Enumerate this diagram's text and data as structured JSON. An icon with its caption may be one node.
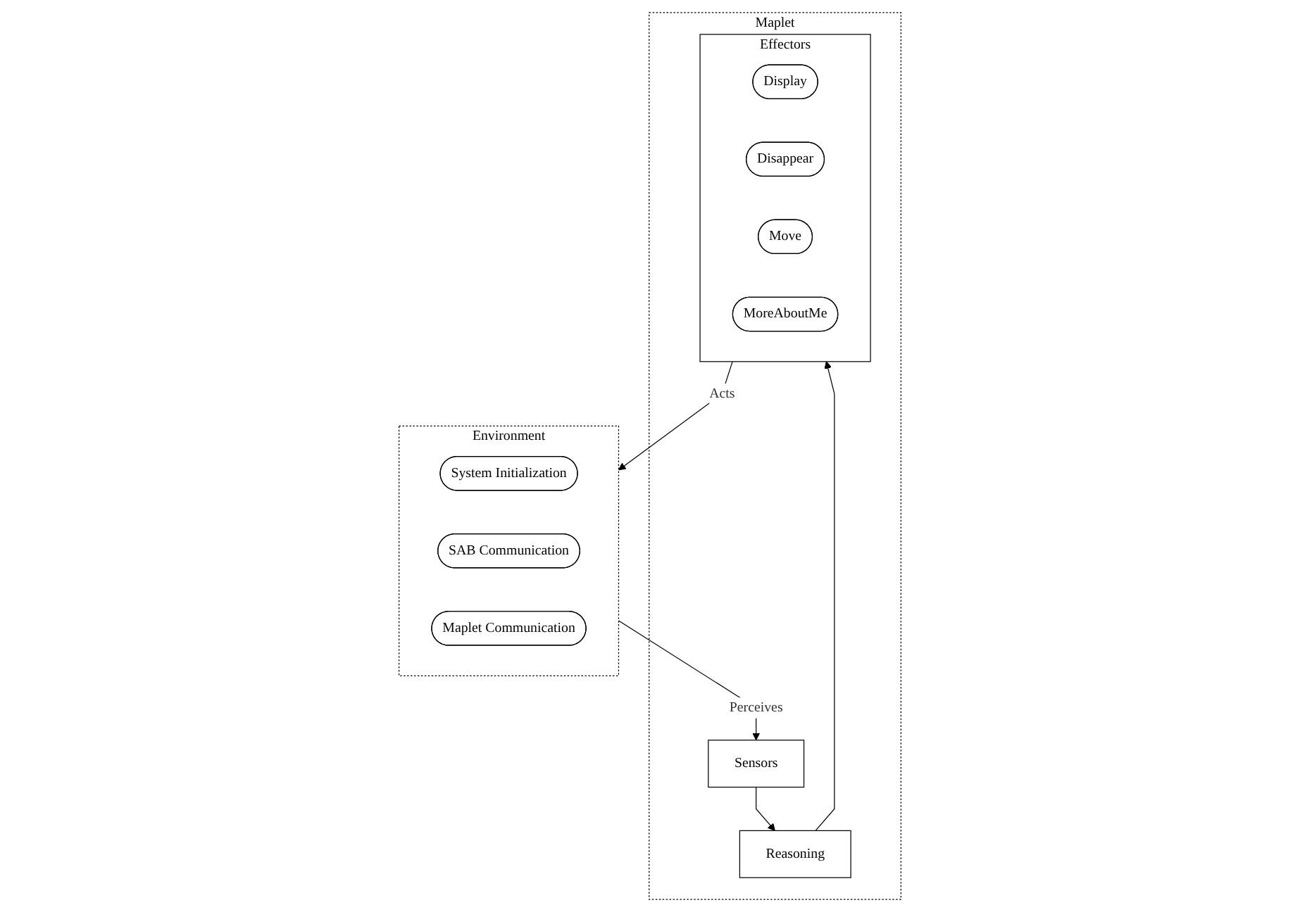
{
  "diagram": {
    "nodes": [
      {
        "text": [
          "Environment"
        ]
      },
      {
        "text": [
          "System Initialization"
        ],
        "in": 0
      },
      {
        "text": [
          "SAB Communication"
        ],
        "in": 0
      },
      {
        "text": [
          "Maplet Communication"
        ],
        "in": 0
      },
      {
        "text": [
          "Maplet"
        ]
      },
      {
        "text": [
          "Sensors"
        ],
        "in": 4
      },
      {
        "text": [
          "Reasoning"
        ],
        "in": 4
      },
      {
        "text": [
          "Effectors"
        ],
        "in": 4
      },
      {
        "text": [
          "Display"
        ],
        "in": 7
      },
      {
        "text": [
          "Disappear"
        ],
        "in": 7
      },
      {
        "text": [
          "Move"
        ],
        "in": 7
      },
      {
        "text": [
          "MoreAboutMe"
        ],
        "in": 7
      }
    ],
    "edges": [
      {
        "from": 0,
        "to": 5,
        "arrow": "to",
        "label": "Perceives"
      },
      {
        "from": 5,
        "to": 6,
        "arrow": "to"
      },
      {
        "from": 6,
        "to": 7,
        "arrow": "to"
      },
      {
        "from": 7,
        "to": 0,
        "arrow": "to",
        "label": "Acts"
      }
    ]
  }
}
